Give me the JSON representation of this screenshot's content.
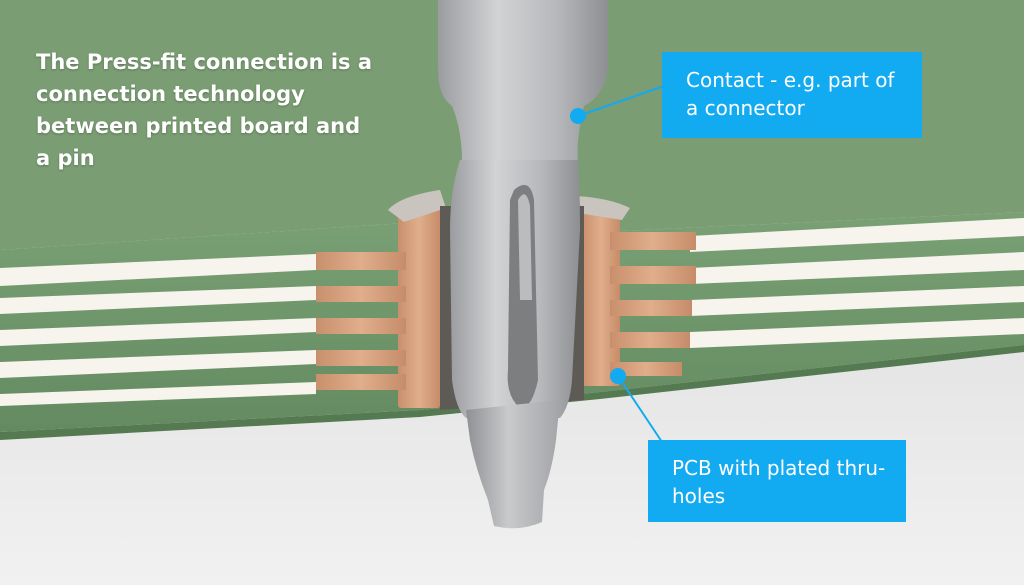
{
  "headline": "The Press-fit connection is a connection technology between printed board and a pin",
  "callouts": {
    "contact": {
      "text": "Contact - e.g. part of a connector"
    },
    "pcb": {
      "text": "PCB with plated thru-holes"
    }
  },
  "colors": {
    "accent": "#12aaf0",
    "board": "#6d9269",
    "copper": "#d9a47f",
    "pin": "#b9bbbe",
    "trace": "#f6f4ec",
    "headline_text": "#ffffff"
  }
}
